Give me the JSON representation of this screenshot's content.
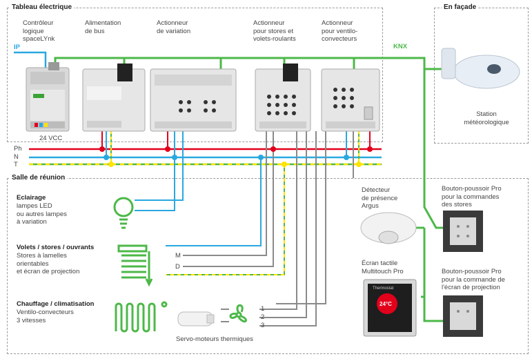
{
  "sections": {
    "tableau": "Tableau électrique",
    "facade": "En façade",
    "salle": "Salle de réunion"
  },
  "devices": {
    "controleur": "Contrôleur\nlogique\nspaceLYnk",
    "alimentation": "Alimentation\nde bus",
    "variation": "Actionneur\nde variation",
    "stores": "Actionneur\npour stores et\nvolets-roulants",
    "ventilo": "Actionneur\npour ventilo-\nconvecteurs",
    "station": "Station\nmétéorologique",
    "vcc": "24 VCC"
  },
  "bus": {
    "ip": "IP",
    "knx": "KNX"
  },
  "lines": {
    "ph": "Ph",
    "n": "N",
    "t": "T"
  },
  "loads": {
    "eclairage_title": "Eclairage",
    "eclairage_desc": "lampes LED\nou autres lampes\nà variation",
    "volets_title": "Volets / stores / ouvrants",
    "volets_desc": "Stores à lamelles\norientables\net écran de projection",
    "chauffage_title": "Chauffage / climatisation",
    "chauffage_desc": "Ventilo-convecteurs\n3 vitesses",
    "servo": "Servo-moteurs thermiques",
    "m": "M",
    "d": "D",
    "s1": "1",
    "s2": "2",
    "s3": "3"
  },
  "right": {
    "detecteur": "Détecteur\nde présence\nArgus",
    "ecran": "Écran tactile\nMultitouch Pro",
    "bp_stores": "Bouton-poussoir Pro\npour la commandes\ndes stores",
    "bp_ecran": "Bouton-poussoir Pro\npour la commande de\nl'écran de projection",
    "screen_temp": "24°C",
    "screen_brand": "Thermostat"
  },
  "colors": {
    "knx": "#4cb848",
    "ip": "#29a8e0",
    "ph": "#e3001b",
    "n": "#29a8e0",
    "t_green": "#4cb848",
    "t_yellow": "#ffe400",
    "wire": "#8a8a8a"
  }
}
